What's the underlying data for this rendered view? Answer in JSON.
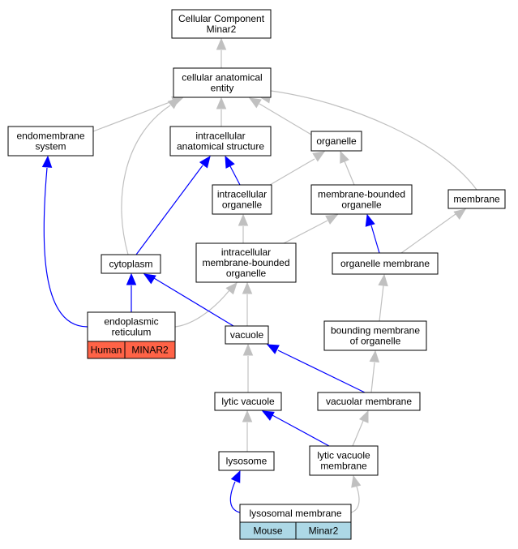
{
  "nodes": {
    "root": [
      "Cellular Component",
      "Minar2"
    ],
    "cae": [
      "cellular anatomical",
      "entity"
    ],
    "endo": [
      "endomembrane",
      "system"
    ],
    "ias": [
      "intracellular",
      "anatomical structure"
    ],
    "organelle": [
      "organelle"
    ],
    "io": [
      "intracellular",
      "organelle"
    ],
    "mbo": [
      "membrane-bounded",
      "organelle"
    ],
    "membrane": [
      "membrane"
    ],
    "cytoplasm": [
      "cytoplasm"
    ],
    "imbo": [
      "intracellular",
      "membrane-bounded",
      "organelle"
    ],
    "orgmem": [
      "organelle membrane"
    ],
    "er": [
      "endoplasmic",
      "reticulum"
    ],
    "vacuole": [
      "vacuole"
    ],
    "bmo": [
      "bounding membrane",
      "of organelle"
    ],
    "lytic": [
      "lytic vacuole"
    ],
    "vacmem": [
      "vacuolar membrane"
    ],
    "lysosome": [
      "lysosome"
    ],
    "lvm": [
      "lytic vacuole",
      "membrane"
    ],
    "lysmem": [
      "lysosomal membrane"
    ]
  },
  "annotations": {
    "er": {
      "cells": [
        "Human",
        "MINAR2"
      ],
      "color": "#ff6347"
    },
    "lysmem": {
      "cells": [
        "Mouse",
        "Minar2"
      ],
      "color": "#add8e6"
    }
  },
  "edge_colors": {
    "is_a": "#c0c0c0",
    "part_of": "#0000ff"
  }
}
